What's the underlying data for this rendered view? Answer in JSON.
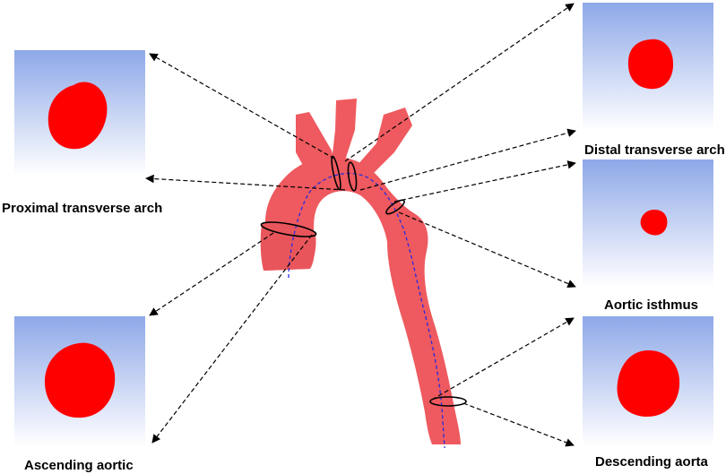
{
  "colors": {
    "aorta_fill": "#ee5a5f",
    "lumen": "#ff0000",
    "panel_top": "#8ea8e8",
    "panel_bottom": "#ffffff",
    "centerline": "#2a2adf",
    "arrow": "#000000"
  },
  "labels": {
    "proximal": "Proximal transverse arch",
    "distal": "Distal transverse arch",
    "isthmus": "Aortic isthmus",
    "ascending": "Ascending aortic",
    "descending": "Descending aorta"
  }
}
